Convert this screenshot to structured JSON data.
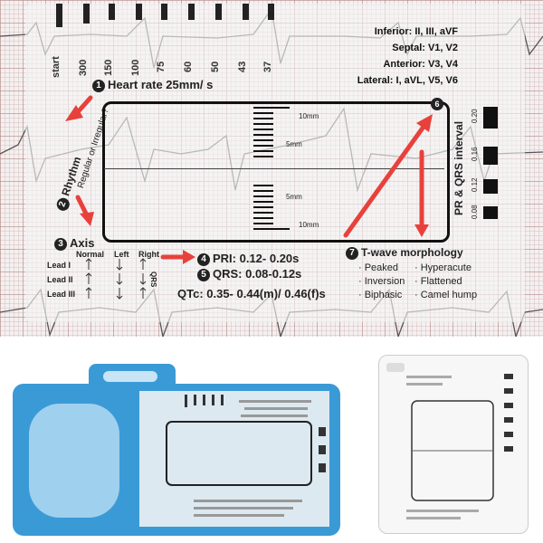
{
  "ruler": {
    "scale_labels": [
      "start",
      "300",
      "150",
      "100",
      "75",
      "60",
      "50",
      "43",
      "37"
    ],
    "leads": {
      "inferior": "Inferior: II, III, aVF",
      "septal": "Septal: V1, V2",
      "anterior": "Anterior: V3, V4",
      "lateral": "Lateral: I, aVL, V5, V6"
    },
    "steps": {
      "heart_rate": {
        "num": "1",
        "text": "Heart rate 25mm/ s"
      },
      "rhythm": {
        "num": "2",
        "text": "Rhythm",
        "sub": "Regular or Irregular?"
      },
      "axis": {
        "num": "3",
        "text": "Axis"
      },
      "pri": {
        "num": "4",
        "text": "PRI: 0.12- 0.20s"
      },
      "qrs": {
        "num": "5",
        "text": "QRS: 0.08-0.12s"
      },
      "qtc": {
        "text": "QTc: 0.35- 0.44(m)/ 0.46(f)s"
      },
      "twave": {
        "num": "7",
        "text": "T-wave morphology"
      },
      "corner": {
        "num": "6"
      }
    },
    "axis_table": {
      "headers": [
        "Normal",
        "Left",
        "Right"
      ],
      "rows": [
        "Lead I",
        "Lead II",
        "Lead III"
      ],
      "side": "QRS"
    },
    "twave_items": [
      "· Peaked",
      "· Hyperacute",
      "· Inversion",
      "· Flattened",
      "· Biphasic",
      "· Camel hump"
    ],
    "mm_labels": {
      "top": "10mm",
      "upper": "5mm",
      "lower": "5mm",
      "bottom": "10mm"
    },
    "pr_label": "PR & QRS interval",
    "pr_values": [
      "0.20",
      "0.16",
      "0.12",
      "0.08"
    ]
  },
  "colors": {
    "arrow": "#e8413c",
    "card_blue": "#3a9ad6",
    "ink": "#222222"
  }
}
